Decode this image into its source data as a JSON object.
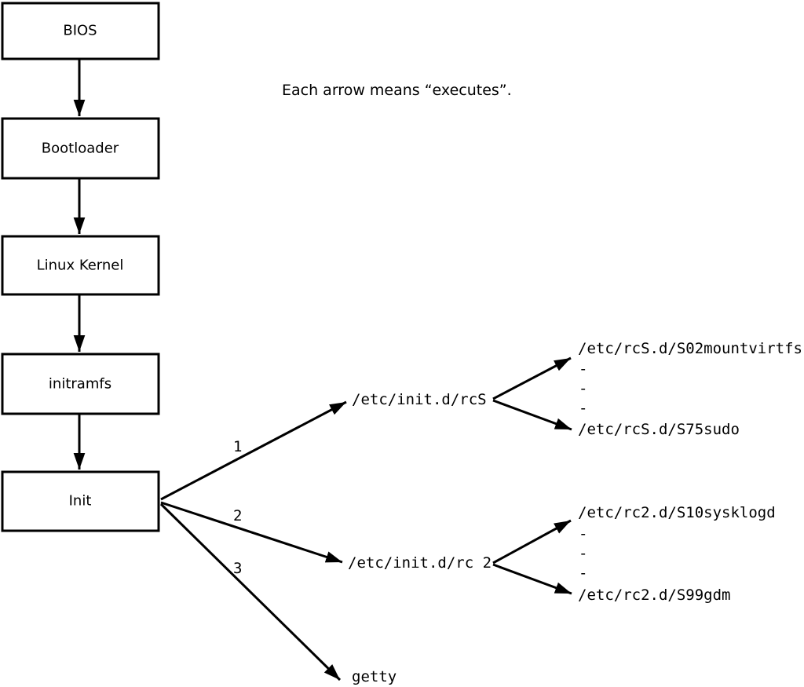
{
  "caption": "Each arrow means “executes”.",
  "chain": {
    "bios": "BIOS",
    "bootloader": "Bootloader",
    "kernel": "Linux Kernel",
    "initramfs": "initramfs",
    "init": "Init"
  },
  "branches": {
    "n1": {
      "label": "1",
      "target": "/etc/init.d/rcS",
      "first_script": "/etc/rcS.d/S02mountvirtfs",
      "d1": "-",
      "d2": "-",
      "d3": "-",
      "last_script": "/etc/rcS.d/S75sudo"
    },
    "n2": {
      "label": "2",
      "target": "/etc/init.d/rc 2",
      "first_script": "/etc/rc2.d/S10sysklogd",
      "d1": "-",
      "d2": "-",
      "d3": "-",
      "last_script": "/etc/rc2.d/S99gdm"
    },
    "n3": {
      "label": "3",
      "target": "getty"
    }
  },
  "colors": {
    "line": "#000000",
    "background": "#ffffff"
  }
}
